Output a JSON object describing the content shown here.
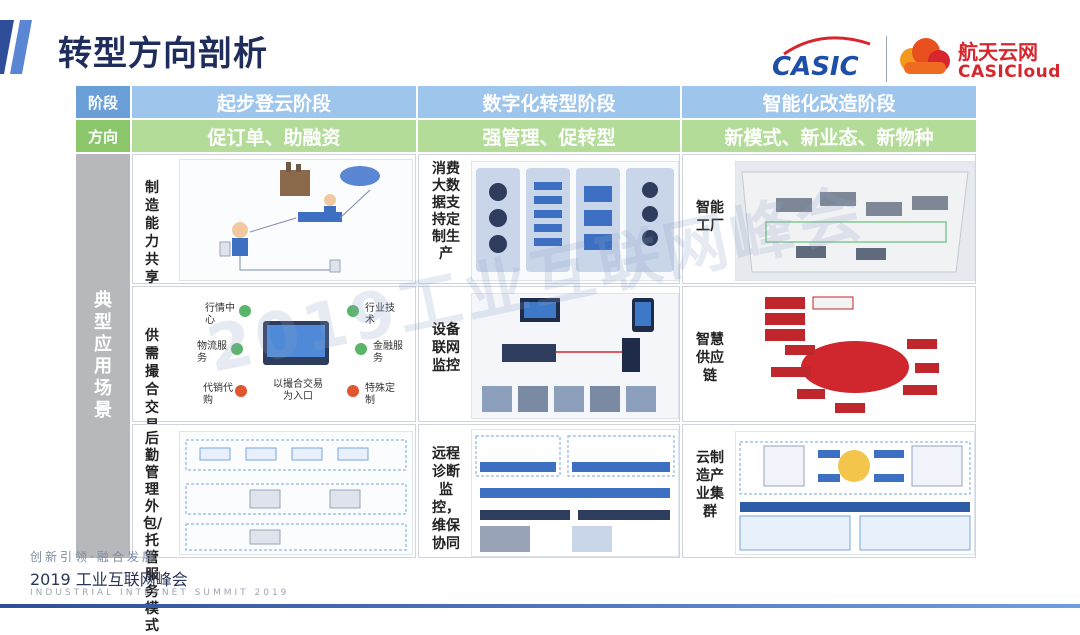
{
  "slide": {
    "title": "转型方向剖析",
    "logos": {
      "casic": "CASIC",
      "cloud_cn": "航天云网",
      "cloud_en": "CASICloud"
    }
  },
  "table": {
    "header_stage_label": "阶段",
    "header_direction_label": "方向",
    "stages": [
      "起步登云阶段",
      "数字化转型阶段",
      "智能化改造阶段"
    ],
    "directions": [
      "促订单、助融资",
      "强管理、促转型",
      "新模式、新业态、新物种"
    ],
    "side_label": "典型应用场景",
    "rows": [
      {
        "col1": "制造能力共享",
        "col2": "消费大数据支持定制生产",
        "col3": "智能工厂"
      },
      {
        "col1": "供需撮合交易",
        "col2": "设备联网监控",
        "col3": "智慧供应链"
      },
      {
        "col1": "后勤管理外包/托管服务模式",
        "col2": "远程诊断监控，维保协同",
        "col3": "云制造产业集群"
      }
    ],
    "supply_diagram": {
      "items": [
        "行情中心",
        "行业技术",
        "物流服务",
        "金融服务",
        "代销代购",
        "以撮合交易为入口",
        "特殊定制"
      ]
    }
  },
  "watermark": "2019工业互联网峰会",
  "footer": {
    "line1": "创新引领·融合发展",
    "line2": "2019 工业互联网峰会",
    "line3": "INDUSTRIAL INTERNET SUMMIT 2019"
  },
  "colors": {
    "title": "#1f2d5c",
    "header_blue": "#9ec5ec",
    "header_green": "#b3dc98",
    "side_gray": "#b7b8bc"
  }
}
